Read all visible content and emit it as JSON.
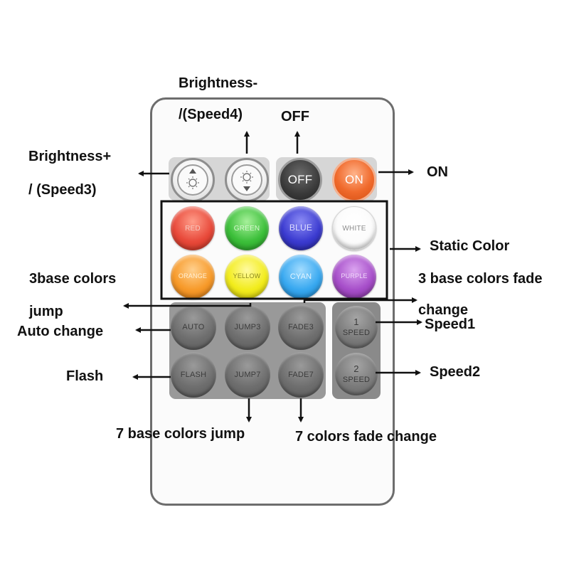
{
  "labels": {
    "brightness_minus": "Brightness-",
    "speed4": "/(Speed4)",
    "off": "OFF",
    "brightness_plus": "Brightness+",
    "speed3": "/ (Speed3)",
    "on": "ON",
    "static_color": "Static Color",
    "three_base_jump_1": "3base colors",
    "three_base_jump_2": "jump",
    "three_base_fade_1": "3 base colors fade",
    "three_base_fade_2": "change",
    "auto_change": "Auto change",
    "speed1": "Speed1",
    "flash": "Flash",
    "speed2": "Speed2",
    "seven_jump": "7 base colors jump",
    "seven_fade": "7 colors fade change"
  },
  "buttons": {
    "off": "OFF",
    "on": "ON",
    "red": "RED",
    "green": "GREEN",
    "blue": "BLUE",
    "white": "WHITE",
    "orange": "ORANGE",
    "yellow": "YELLOW",
    "cyan": "CYAN",
    "purple": "PURPLE",
    "auto": "AUTO",
    "jump3": "JUMP3",
    "fade3": "FADE3",
    "flash": "FLASH",
    "jump7": "JUMP7",
    "fade7": "FADE7",
    "speed1_num": "1",
    "speed2_num": "2",
    "speed_word": "SPEED"
  },
  "colors": {
    "red": "#e8493a",
    "green": "#3cbf3a",
    "blue": "#3b3bd0",
    "white": "#ffffff",
    "orange": "#f79a2a",
    "yellow": "#f2ec1c",
    "cyan": "#38a8f0",
    "purple": "#a64ec9",
    "on": "#f06a2c"
  }
}
